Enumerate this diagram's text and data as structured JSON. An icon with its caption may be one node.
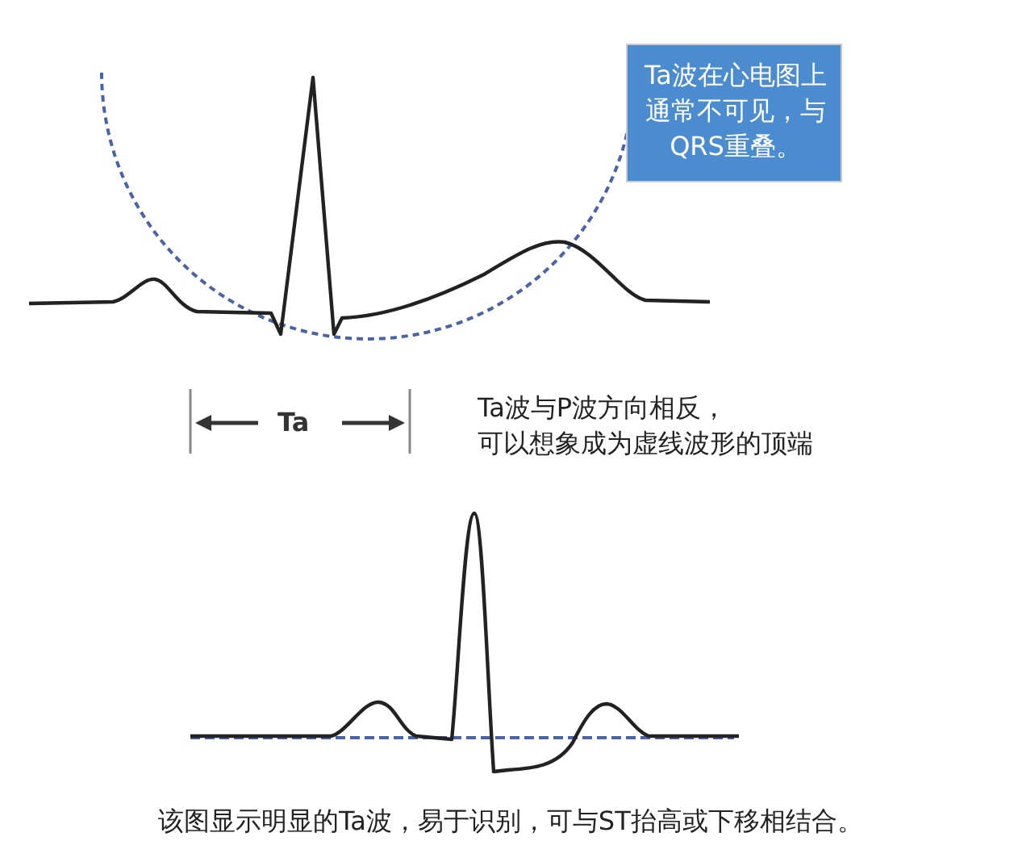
{
  "diagram": {
    "nodes": [
      {
        "text": [
          "Ta波在心电图上通常不可见，与QRS重叠。"
        ]
      }
    ],
    "labels": [
      "Ta",
      "Ta波与P波方向相反，可以想象成为虚线波形的顶端",
      "该图显示明显的Ta波，易于识别，可与ST抬高或下移相结合。"
    ]
  }
}
